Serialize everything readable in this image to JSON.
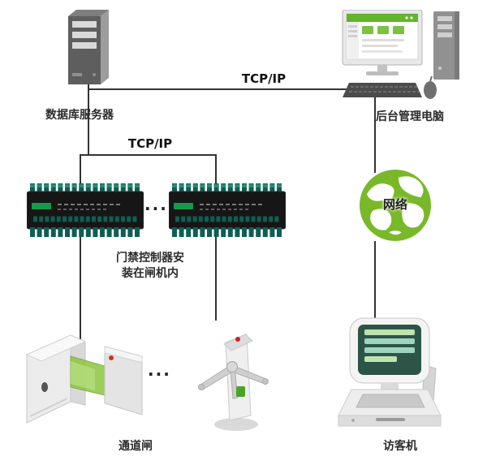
{
  "labels": {
    "database_server": "数据库服务器",
    "management_pc": "后台管理电脑",
    "tcpip_top": "TCP/IP",
    "tcpip_mid": "TCP/IP",
    "network": "网络",
    "controller_note_line1": "门禁控制器安",
    "controller_note_line2": "装在闸机内",
    "gate": "通道闸",
    "visitor_kiosk": "访客机",
    "ellipsis_controllers": "...",
    "ellipsis_gates": "..."
  },
  "colors": {
    "connector_line": "#333333",
    "accent_green": "#76b82a",
    "flap_green": "#8dc63f",
    "board_black": "#161616",
    "terminal_teal": "#0f5e53",
    "label_text": "#2b2b2b"
  }
}
